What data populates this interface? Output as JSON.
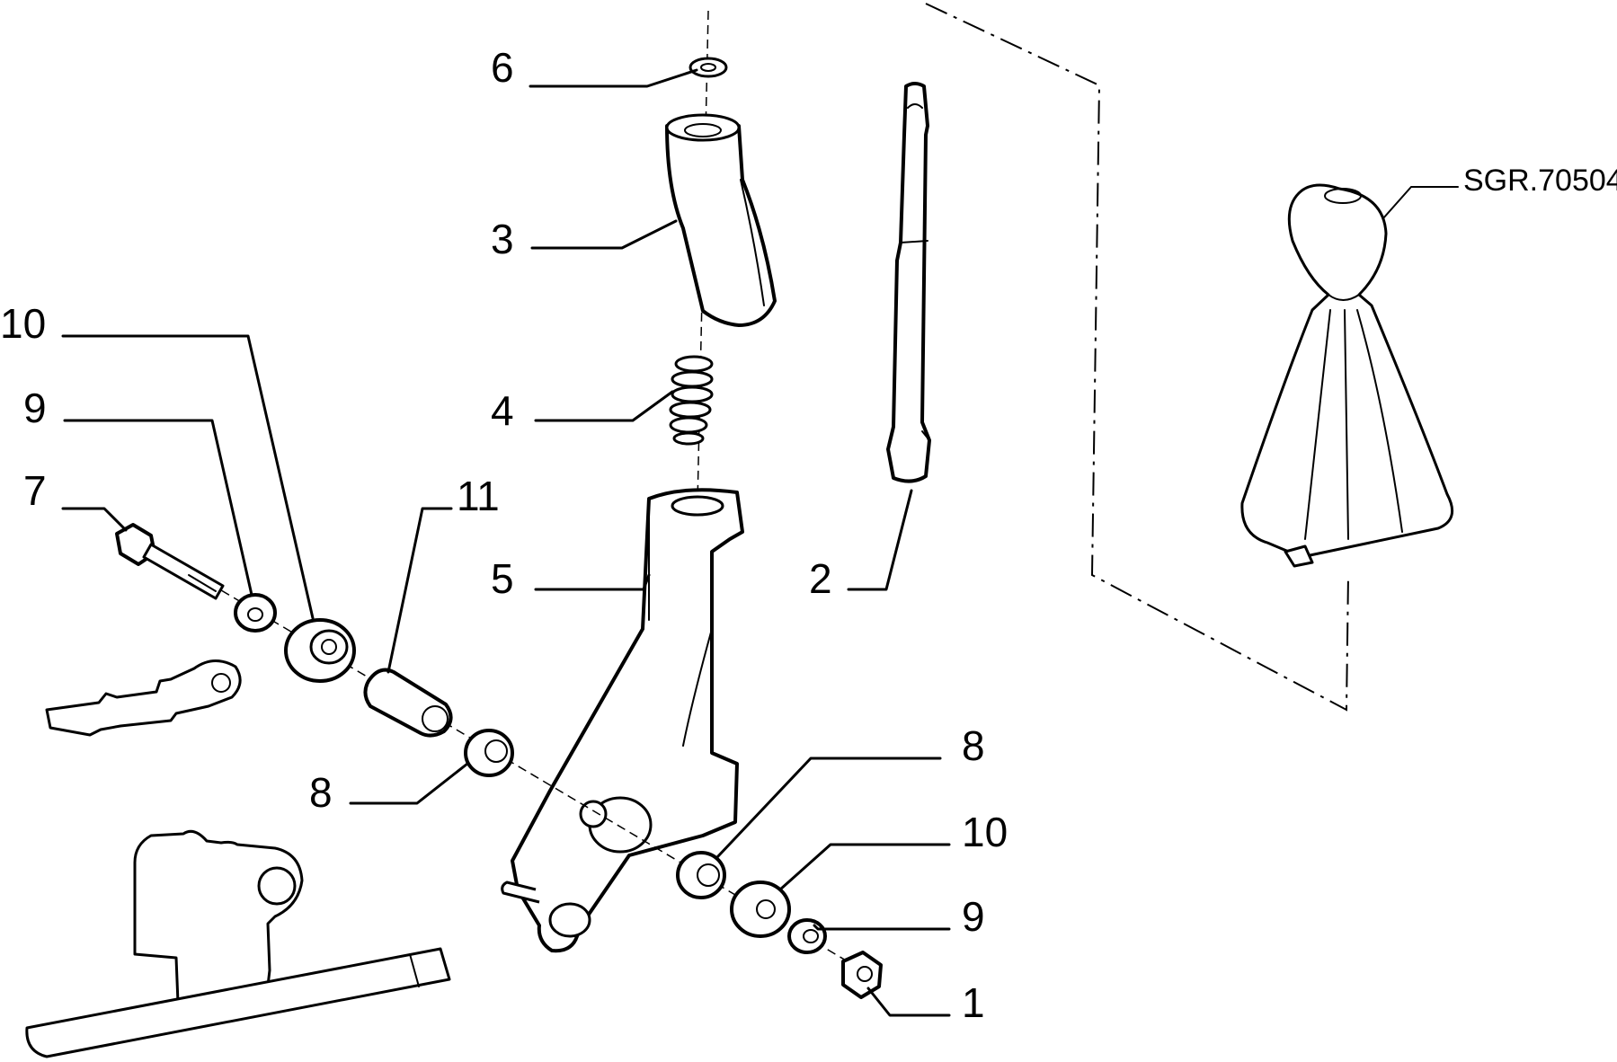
{
  "reference_code": "SGR.70504",
  "callouts": [
    {
      "id": "c6",
      "label": "6"
    },
    {
      "id": "c3",
      "label": "3"
    },
    {
      "id": "c4",
      "label": "4"
    },
    {
      "id": "c5",
      "label": "5"
    },
    {
      "id": "c2",
      "label": "2"
    },
    {
      "id": "c10a",
      "label": "10"
    },
    {
      "id": "c9a",
      "label": "9"
    },
    {
      "id": "c7",
      "label": "7"
    },
    {
      "id": "c11",
      "label": "11"
    },
    {
      "id": "c8a",
      "label": "8"
    },
    {
      "id": "c8b",
      "label": "8"
    },
    {
      "id": "c10b",
      "label": "10"
    },
    {
      "id": "c9b",
      "label": "9"
    },
    {
      "id": "c1",
      "label": "1"
    }
  ]
}
